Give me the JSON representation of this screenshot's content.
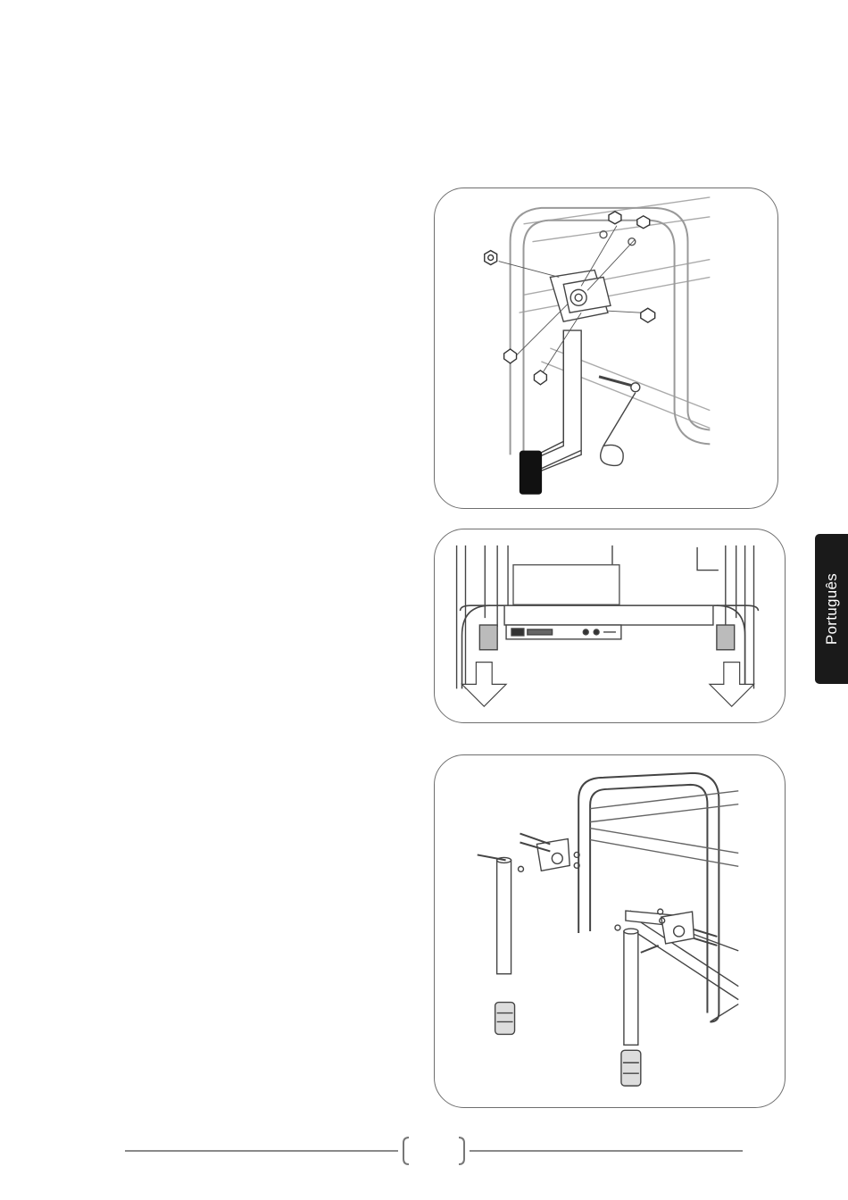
{
  "page": {
    "language_tab": "Português",
    "page_number": ""
  },
  "figures": [
    {
      "id": "fig1",
      "subject": "handle-assembly"
    },
    {
      "id": "fig2",
      "subject": "frame-front-view"
    },
    {
      "id": "fig3",
      "subject": "legs-assembly"
    }
  ],
  "colors": {
    "tab_background": "#1a1a1a",
    "tab_text": "#ffffff",
    "line_art": "#555555",
    "footer_line": "#8a8a8a"
  }
}
